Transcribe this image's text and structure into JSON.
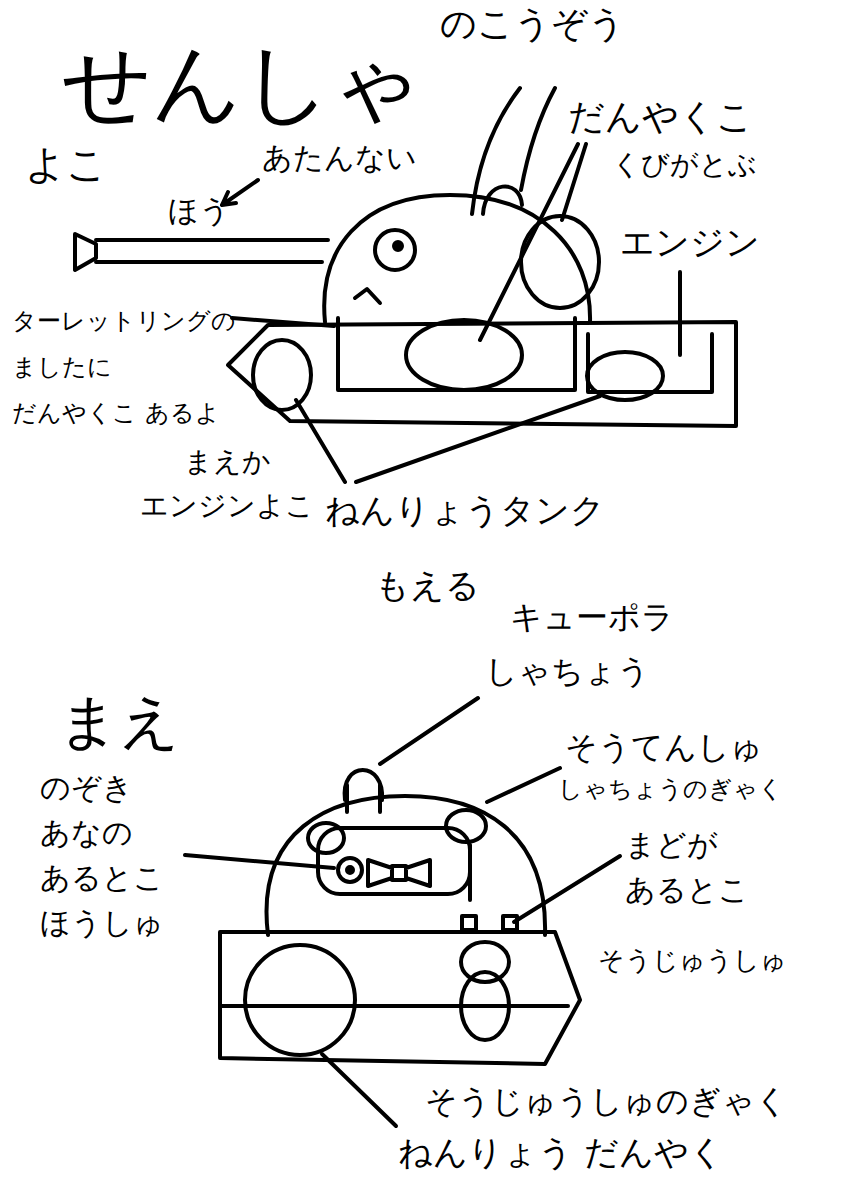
{
  "diagram": {
    "title": "せんしゃ",
    "labels": [
      "のこうぞう",
      "よこ",
      "あたんない",
      "ほう",
      "だんやくこ",
      "くびがとぶ",
      "エンジン",
      "ターレットリングの ましたに だんやくこ あるよ",
      "まえか エンジンよこ",
      "ねんりょうタンク",
      "もえる",
      "キューポラ",
      "しゃちょう",
      "まえ",
      "のぞき あなの あるとこ ほうしゅ",
      "そうてんしゅ",
      "しゃちょうのぎゃく",
      "まどが あるとこ",
      "そうじゅうしゅ",
      "そうじゅうしゅのぎゃく",
      "ねんりょう だんやく"
    ]
  }
}
